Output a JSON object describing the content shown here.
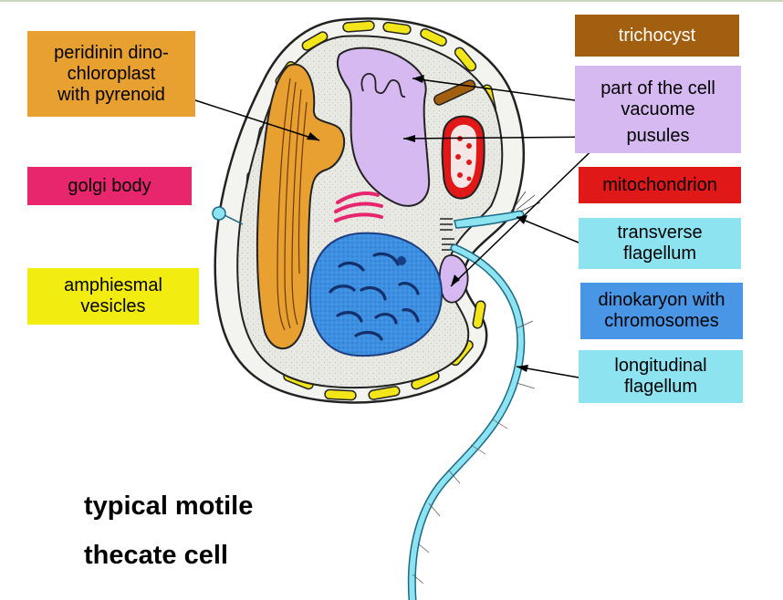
{
  "title": {
    "line1": "typical motile",
    "line2": "thecate cell"
  },
  "labels": {
    "chloroplast": "peridinin dino-\nchloroplast\nwith pyrenoid",
    "golgi": "golgi body",
    "amphiesmal": "amphiesmal\nvesicles",
    "trichocyst": "trichocyst",
    "vacuome": "part of the cell\nvacuome",
    "pusules": "pusules",
    "mitochondrion": "mitochondrion",
    "transverse": "transverse\nflagellum",
    "dinokaryon": "dinokaryon with\nchromosomes",
    "longitudinal": "longitudinal\nflagellum"
  },
  "colors": {
    "chloroplast": "#e8a030",
    "golgi": "#e8266e",
    "amphiesmal": "#f2ec10",
    "trichocyst": "#a35f10",
    "vacuome": "#d7b9f2",
    "mitochondrion": "#e01818",
    "flagellum": "#8ee3f0",
    "dinokaryon": "#4a96e6",
    "cytoplasm": "#e8e8e2",
    "nucleus": "#3b8de0"
  }
}
